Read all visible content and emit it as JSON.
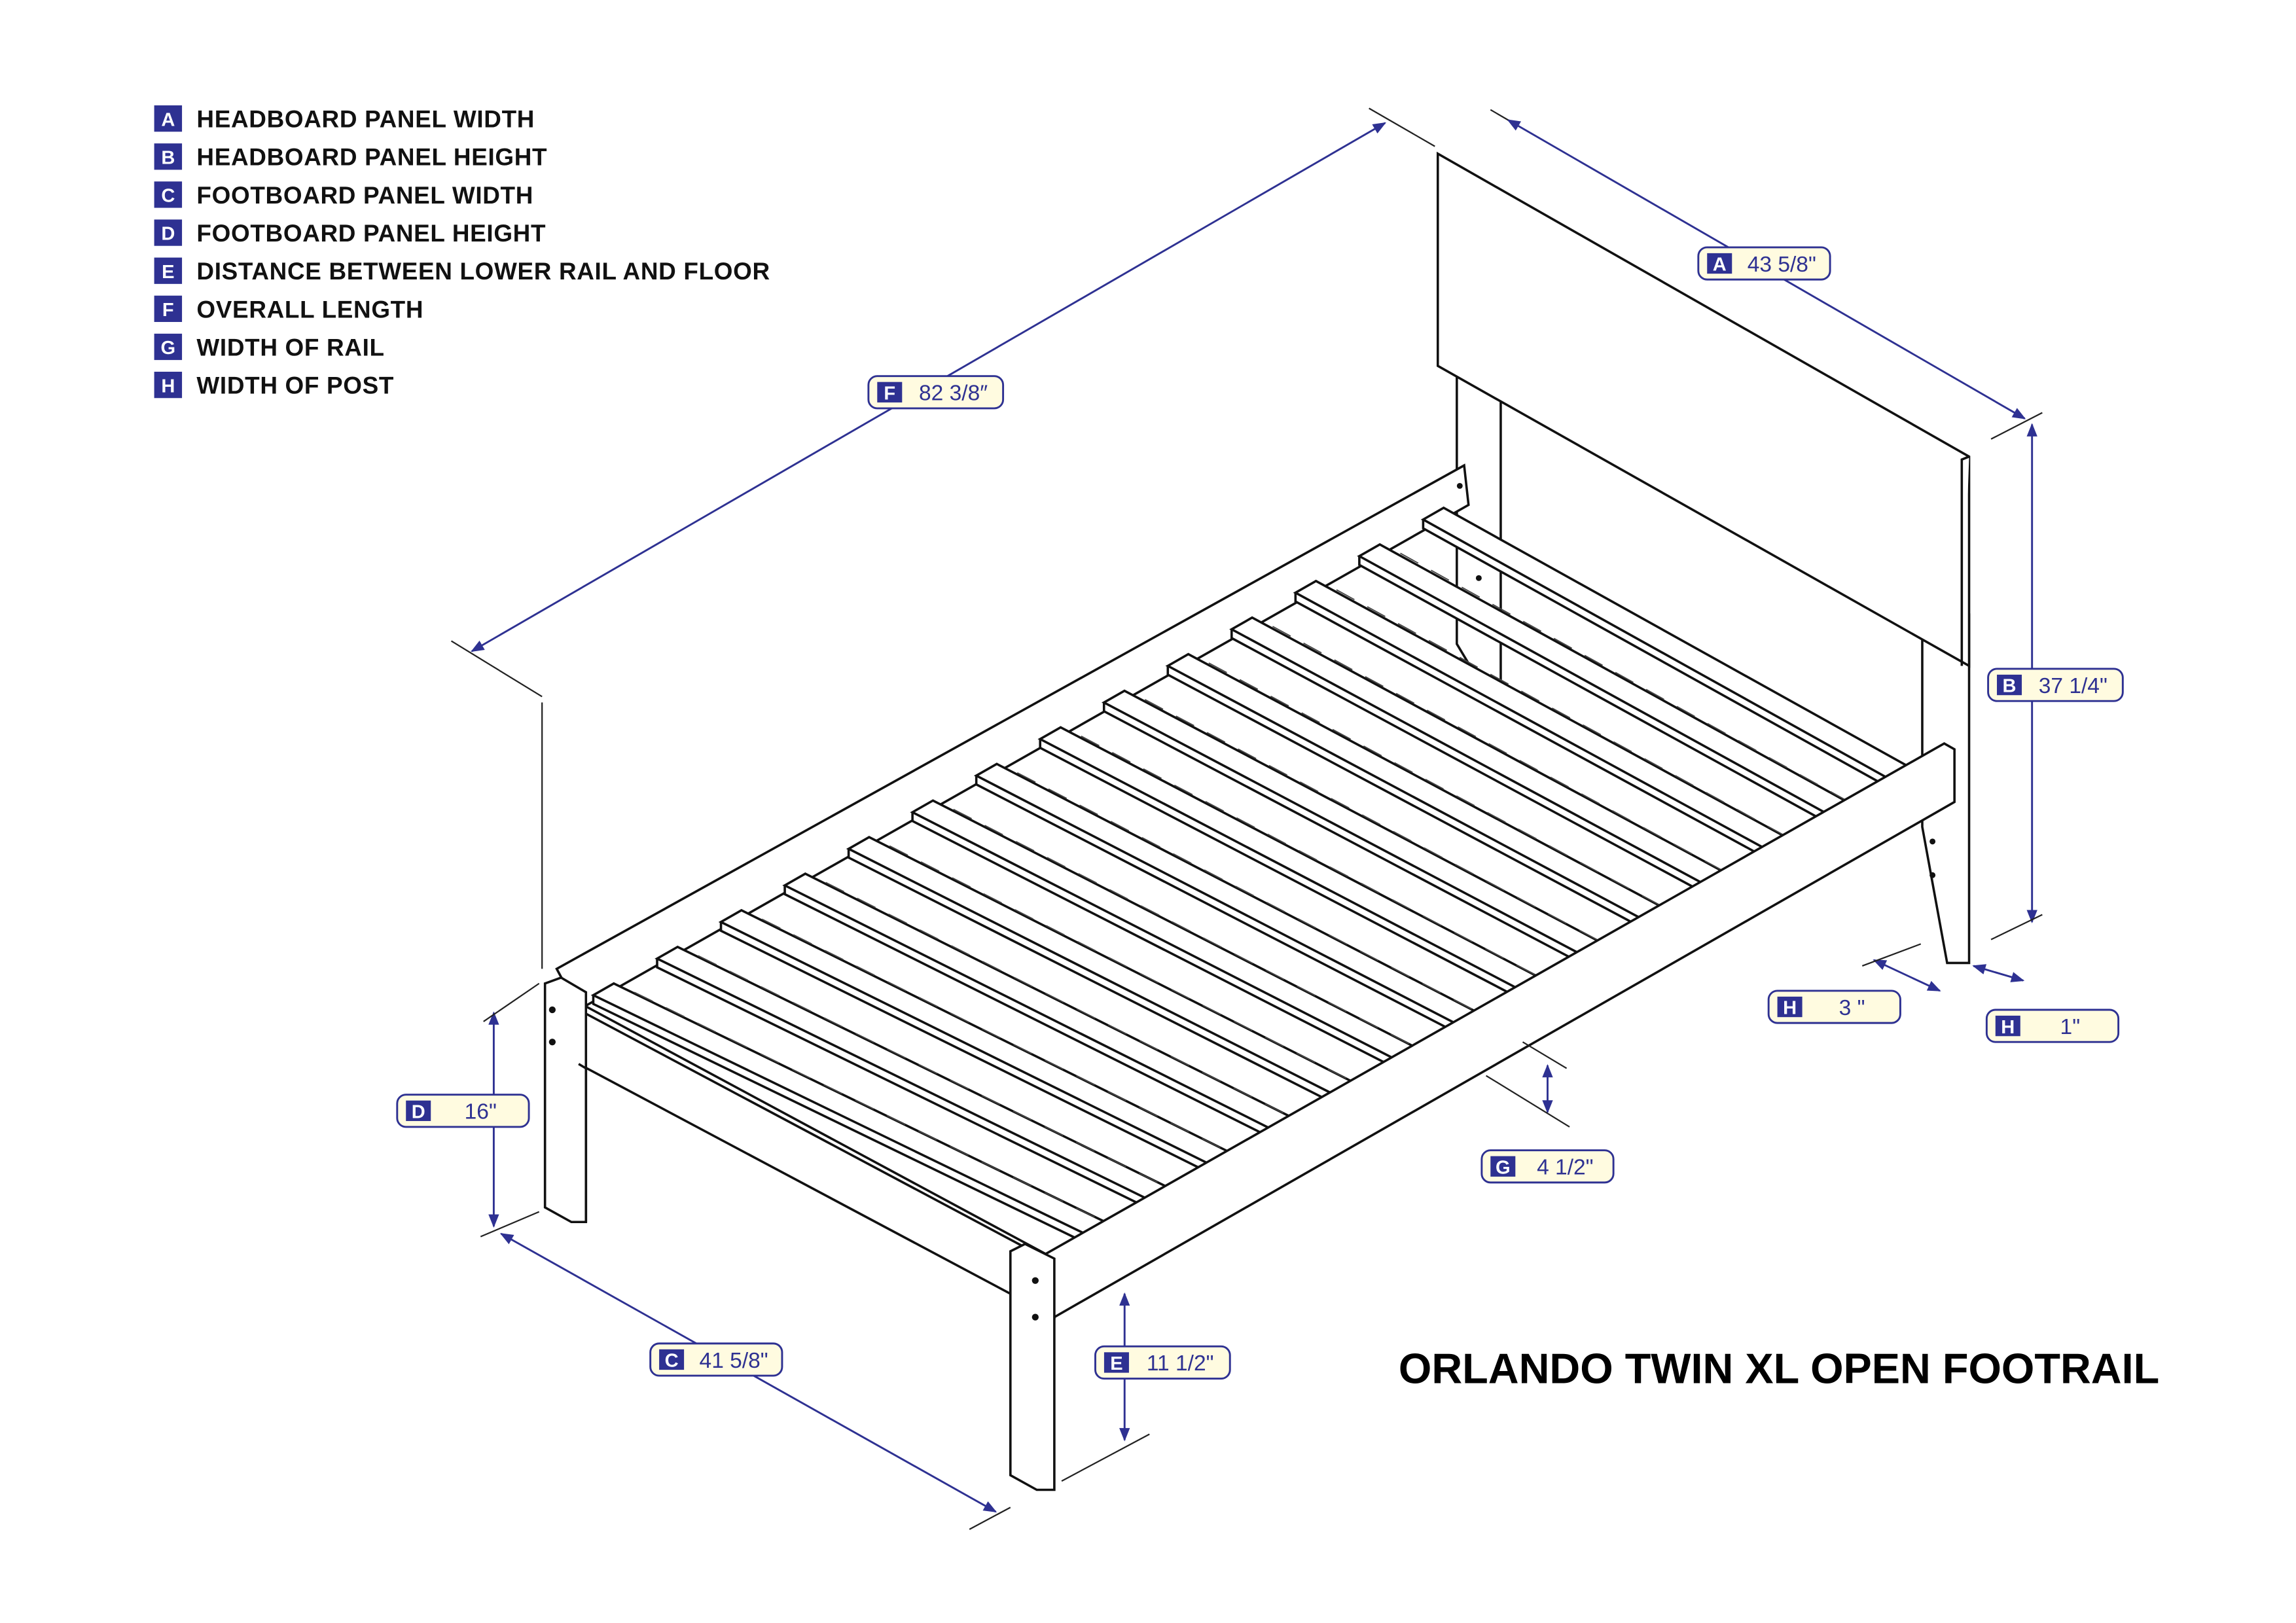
{
  "title": "ORLANDO TWIN XL OPEN FOOTRAIL",
  "colors": {
    "accent": "#2e3192",
    "label_fill": "#fffbe0"
  },
  "legend": [
    {
      "letter": "A",
      "text": "HEADBOARD PANEL WIDTH"
    },
    {
      "letter": "B",
      "text": "HEADBOARD PANEL HEIGHT"
    },
    {
      "letter": "C",
      "text": "FOOTBOARD PANEL WIDTH"
    },
    {
      "letter": "D",
      "text": "FOOTBOARD PANEL HEIGHT"
    },
    {
      "letter": "E",
      "text": "DISTANCE BETWEEN LOWER RAIL AND FLOOR"
    },
    {
      "letter": "F",
      "text": "OVERALL LENGTH"
    },
    {
      "letter": "G",
      "text": "WIDTH OF RAIL"
    },
    {
      "letter": "H",
      "text": "WIDTH OF POST"
    }
  ],
  "dimensions": {
    "A": {
      "letter": "A",
      "value": "43 5/8\""
    },
    "B": {
      "letter": "B",
      "value": "37 1/4\""
    },
    "C": {
      "letter": "C",
      "value": "41 5/8\""
    },
    "D": {
      "letter": "D",
      "value": "16\""
    },
    "E": {
      "letter": "E",
      "value": "11 1/2\""
    },
    "F": {
      "letter": "F",
      "value": "82 3/8″"
    },
    "G": {
      "letter": "G",
      "value": "4 1/2\""
    },
    "H1": {
      "letter": "H",
      "value": "3 \""
    },
    "H2": {
      "letter": "H",
      "value": "1\""
    }
  }
}
